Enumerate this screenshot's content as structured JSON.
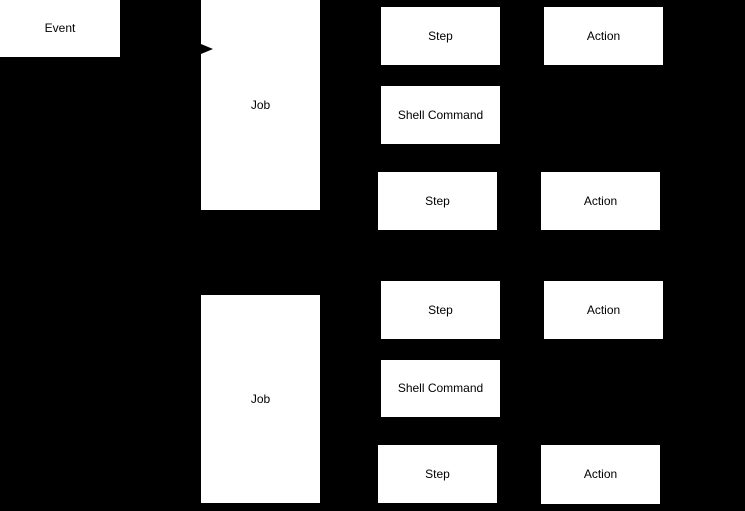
{
  "canvas": {
    "background_color": "#000000",
    "node_fill_color": "#ffffff",
    "node_text_color": "#000000",
    "connector_color": "#000000"
  },
  "nodes": [
    {
      "id": "event",
      "label": "Event"
    },
    {
      "id": "job-1",
      "label": "Job"
    },
    {
      "id": "step-1",
      "label": "Step"
    },
    {
      "id": "shell-command-1",
      "label": "Shell Command"
    },
    {
      "id": "step-2",
      "label": "Step"
    },
    {
      "id": "action-1",
      "label": "Action"
    },
    {
      "id": "action-2",
      "label": "Action"
    },
    {
      "id": "job-2",
      "label": "Job"
    },
    {
      "id": "step-3",
      "label": "Step"
    },
    {
      "id": "shell-command-2",
      "label": "Shell Command"
    },
    {
      "id": "step-4",
      "label": "Step"
    },
    {
      "id": "action-3",
      "label": "Action"
    },
    {
      "id": "action-4",
      "label": "Action"
    }
  ],
  "connectors": [
    {
      "from": "event",
      "to": "job-1",
      "arrowhead_direction": "right"
    }
  ]
}
